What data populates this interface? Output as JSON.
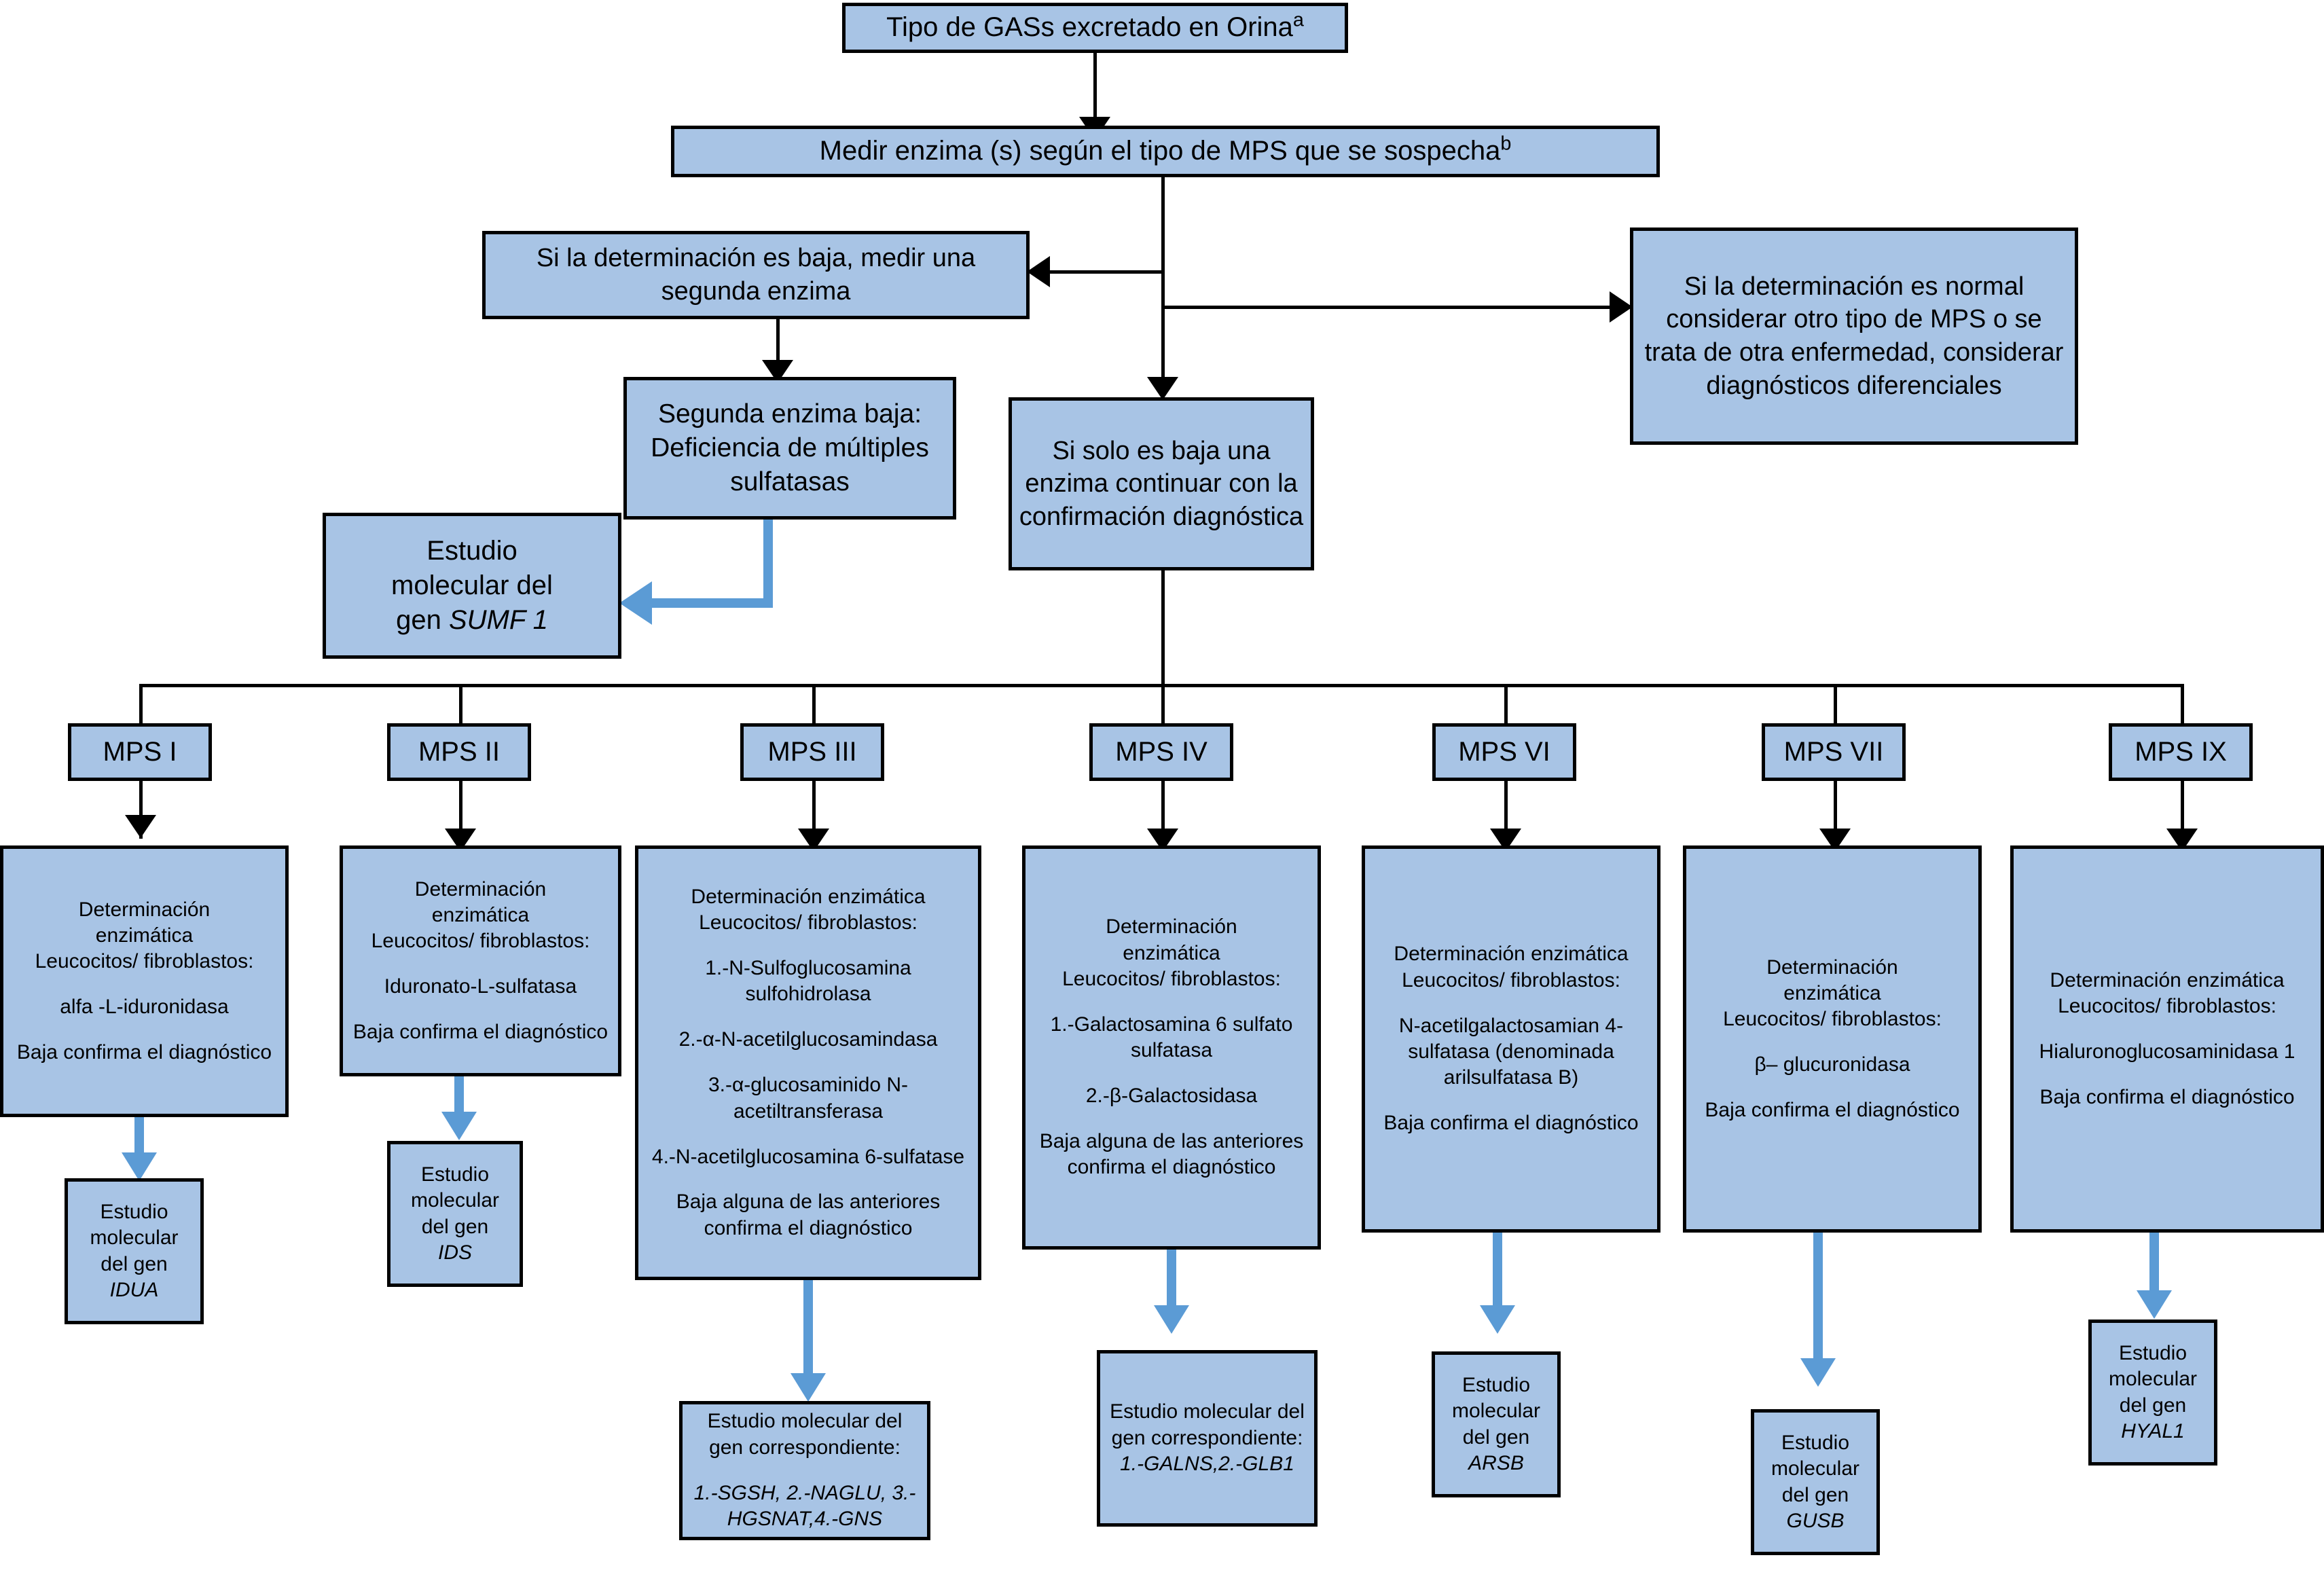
{
  "diagram": {
    "title_box": {
      "text_before": "Tipo de GASs excretado en Orina",
      "superscript": "a"
    },
    "measure_box": {
      "text_before": "Medir enzima (s) según el tipo de MPS que se sospecha",
      "superscript": "b"
    },
    "low_branch": "Si la determinación es baja, medir una segunda enzima",
    "normal_branch": "Si la determinación es normal considerar otro tipo de MPS o se trata de otra enfermedad, considerar diagnósticos diferenciales",
    "second_enzyme_low": "Segunda enzima baja: Deficiencia de múltiples sulfatasas",
    "sumf_study_line1": "Estudio",
    "sumf_study_line2": "molecular del",
    "sumf_study_line3_prefix": "gen ",
    "sumf_study_gene": "SUMF 1",
    "single_enzyme_low": "Si solo es baja una enzima continuar con la confirmación diagnóstica"
  },
  "mps_columns": [
    {
      "label": "MPS I",
      "enzyme_header": "Determinación enzimática\nLeucocitos/ fibroblastos:",
      "enzymes": "alfa -L-iduronidasa",
      "confirm": "Baja confirma el diagnóstico",
      "gene_study_label": "Estudio molecular del gen",
      "gene": "IDUA"
    },
    {
      "label": "MPS II",
      "enzyme_header": "Determinación enzimática\nLeucocitos/ fibroblastos:",
      "enzymes": "Iduronato-L-sulfatasa",
      "confirm": "Baja confirma el diagnóstico",
      "gene_study_label": "Estudio molecular del gen",
      "gene": "IDS"
    },
    {
      "label": "MPS III",
      "enzyme_header": "Determinación enzimática\nLeucocitos/ fibroblastos:",
      "enzyme_1": "1.-N-Sulfoglucosamina sulfohidrolasa",
      "enzyme_2": "2.-α-N-acetilglucosamindasa",
      "enzyme_3": "3.-α-glucosaminido N-acetiltransferasa",
      "enzyme_4": "4.-N-acetilglucosamina 6-sulfatase",
      "confirm": "Baja alguna de las anteriores confirma el diagnóstico",
      "gene_study_label": "Estudio molecular del gen correspondiente:",
      "gene": "1.-SGSH, 2.-NAGLU, 3.-HGSNAT,4.-GNS"
    },
    {
      "label": "MPS IV",
      "enzyme_header": "Determinación enzimática\nLeucocitos/ fibroblastos:",
      "enzyme_1": "1.-Galactosamina 6 sulfato sulfatasa",
      "enzyme_2": "2.-β-Galactosidasa",
      "confirm": "Baja alguna de las anteriores confirma el diagnóstico",
      "gene_study_label": "Estudio molecular del gen correspondiente:",
      "gene": "1.-GALNS,2.-GLB1"
    },
    {
      "label": "MPS VI",
      "enzyme_header": "Determinación enzimática\nLeucocitos/ fibroblastos:",
      "enzymes": "N-acetilgalactosamian 4-sulfatasa (denominada arilsulfatasa B)",
      "confirm": "Baja confirma el diagnóstico",
      "gene_study_label": "Estudio molecular del gen",
      "gene": "ARSB"
    },
    {
      "label": "MPS VII",
      "enzyme_header": "Determinación enzimática\nLeucocitos/ fibroblastos:",
      "enzymes": "β– glucuronidasa",
      "confirm": "Baja confirma el diagnóstico",
      "gene_study_label": "Estudio molecular del gen",
      "gene": "GUSB"
    },
    {
      "label": "MPS IX",
      "enzyme_header": "Determinación enzimática\nLeucocitos/ fibroblastos:",
      "enzymes": "Hialuronoglucosaminidasa 1",
      "confirm": "Baja confirma el diagnóstico",
      "gene_study_label": "Estudio molecular del gen",
      "gene": "HYAL1"
    }
  ],
  "colors": {
    "box_fill": "#a8c4e5",
    "box_border": "#000000",
    "blue_connector": "#5b9bd5",
    "black_connector": "#000000"
  }
}
